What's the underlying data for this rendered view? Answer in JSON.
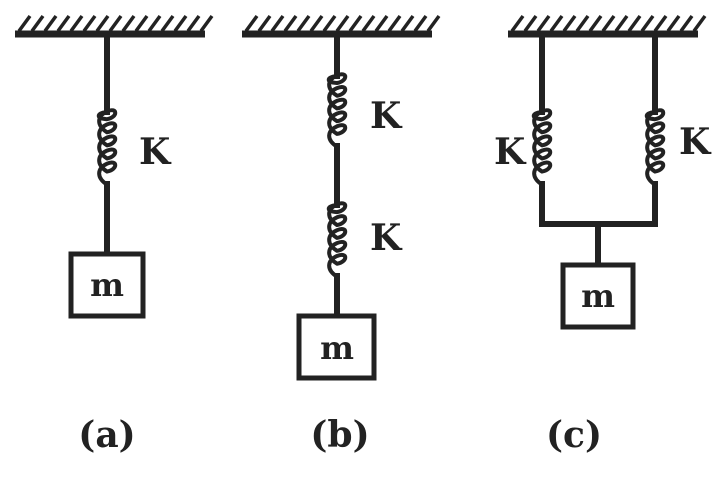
{
  "diagrams": [
    {
      "id": "a",
      "caption": "(a)",
      "mass_label": "m",
      "springs": [
        {
          "label": "K"
        }
      ]
    },
    {
      "id": "b",
      "caption": "(b)",
      "mass_label": "m",
      "springs": [
        {
          "label": "K"
        },
        {
          "label": "K"
        }
      ]
    },
    {
      "id": "c",
      "caption": "(c)",
      "mass_label": "m",
      "springs": [
        {
          "label": "K"
        },
        {
          "label": "K"
        }
      ]
    }
  ],
  "colors": {
    "ink": "#222222",
    "background": "#ffffff"
  }
}
